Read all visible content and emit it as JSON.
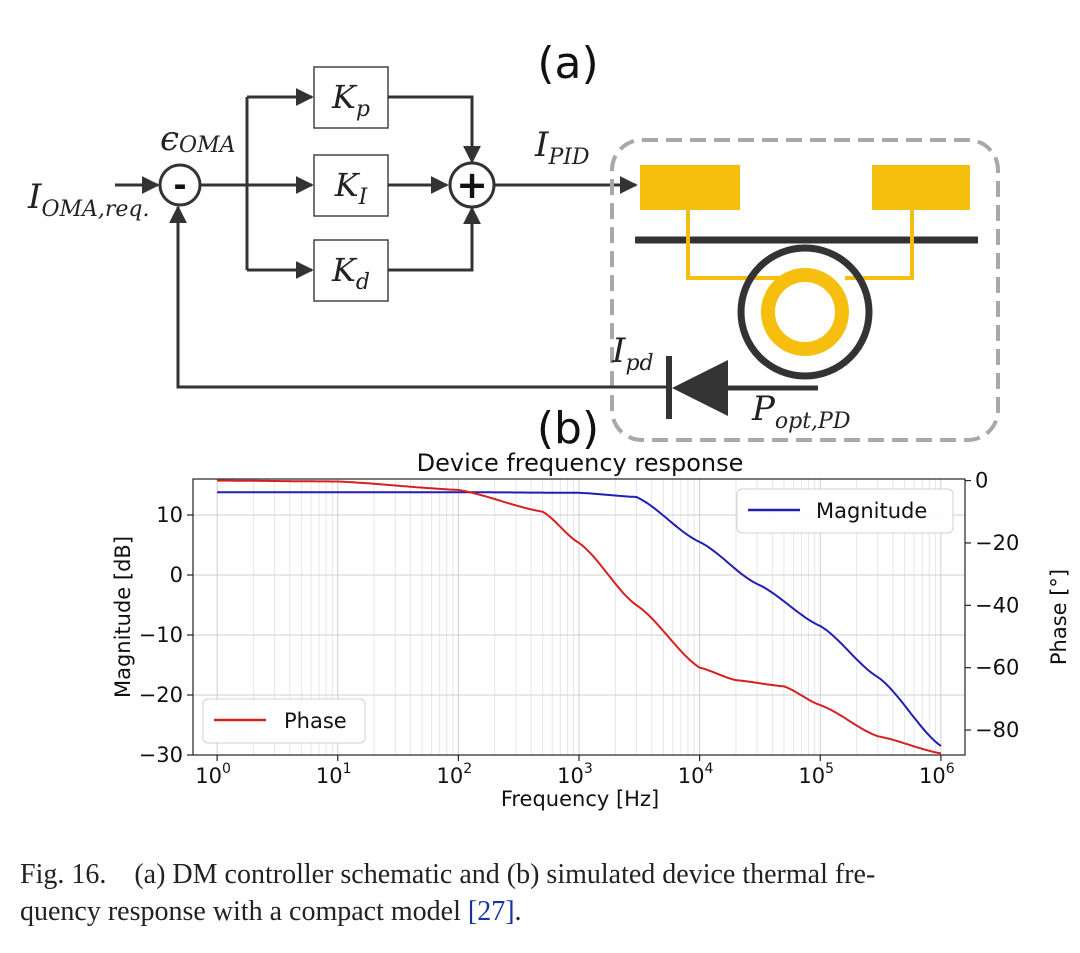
{
  "panel_a": {
    "label": "(a)",
    "blocks": {
      "kp": {
        "base": "K",
        "sub": "p"
      },
      "ki": {
        "base": "K",
        "sub": "I"
      },
      "kd": {
        "base": "K",
        "sub": "d"
      }
    },
    "sum_symbol": "+",
    "minus_symbol": "-",
    "labels": {
      "input": {
        "base": "I",
        "sub": "OMA,req."
      },
      "error": {
        "base": "ϵ",
        "sub": "OMA"
      },
      "pid_out": {
        "base": "I",
        "sub": "PID"
      },
      "photocurrent": {
        "base": "I",
        "sub": "pd"
      },
      "optical_power": {
        "base": "P",
        "sub": "opt,PD"
      }
    },
    "colors": {
      "heater": "#f6be0d",
      "ring": "#f6be0d",
      "line": "#333333",
      "dashed_box": "#a8a8a8"
    }
  },
  "panel_b": {
    "label": "(b)"
  },
  "chart_data": {
    "type": "line",
    "title": "Device frequency response",
    "xlabel": "Frequency [Hz]",
    "ylabel": "Magnitude [dB]",
    "y2label": "Phase [°]",
    "xscale": "log",
    "xlim": [
      1,
      1000000
    ],
    "ylim": [
      -30,
      16
    ],
    "y2lim": [
      -88,
      0.5
    ],
    "grid": true,
    "xticks": [
      1,
      10,
      100,
      1000,
      10000,
      100000,
      1000000
    ],
    "xtick_labels": [
      {
        "base": "10",
        "exp": "0"
      },
      {
        "base": "10",
        "exp": "1"
      },
      {
        "base": "10",
        "exp": "2"
      },
      {
        "base": "10",
        "exp": "3"
      },
      {
        "base": "10",
        "exp": "4"
      },
      {
        "base": "10",
        "exp": "5"
      },
      {
        "base": "10",
        "exp": "6"
      }
    ],
    "yticks": [
      "10",
      "0",
      "−10",
      "−20",
      "−30"
    ],
    "ytick_values": [
      10,
      0,
      -10,
      -20,
      -30
    ],
    "y2ticks": [
      "0",
      "−20",
      "−40",
      "−60",
      "−80"
    ],
    "y2tick_values": [
      0,
      -20,
      -40,
      -60,
      -80
    ],
    "series": [
      {
        "name": "Magnitude",
        "axis": "left",
        "color": "#1f1fb4",
        "legend": "top-right",
        "x": [
          1,
          10,
          100,
          1000,
          3000,
          10000,
          30000,
          100000,
          300000,
          1000000
        ],
        "y": [
          13.8,
          13.8,
          13.8,
          13.7,
          13.0,
          5.5,
          -1.5,
          -8.5,
          -17.0,
          -28.5
        ]
      },
      {
        "name": "Phase",
        "axis": "right",
        "color": "#d62020",
        "legend": "bottom-left",
        "x": [
          1,
          10,
          100,
          500,
          1000,
          3000,
          10000,
          20000,
          50000,
          100000,
          300000,
          1000000
        ],
        "y": [
          0,
          -0.3,
          -3,
          -10,
          -20,
          -40,
          -60,
          -64,
          -66,
          -72,
          -82,
          -87.5
        ]
      }
    ]
  },
  "caption": {
    "label": "Fig. 16.",
    "text": "(a) DM controller schematic and (b) simulated device thermal fre-quency response with a compact model",
    "line1": "(a) DM controller schematic and (b) simulated device thermal fre-",
    "line2": "quency response with a compact model ",
    "ref": "[27]",
    "end": "."
  }
}
